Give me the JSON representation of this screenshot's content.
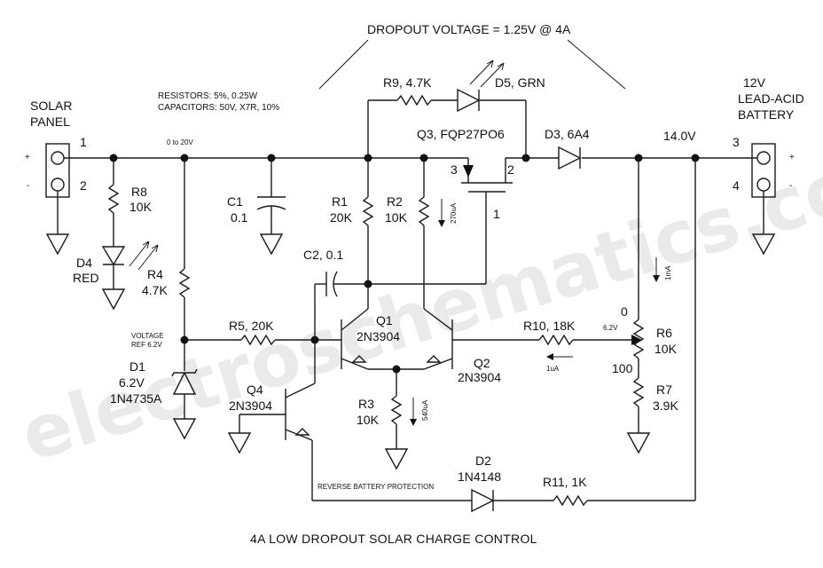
{
  "header": {
    "dropout": "DROPOUT VOLTAGE = 1.25V @ 4A",
    "notes_resistors": "RESISTORS:   5%, 0.25W",
    "notes_capacitors": "CAPACITORS:  50V, X7R, 10%"
  },
  "terminals": {
    "solar_line1": "SOLAR",
    "solar_line2": "PANEL",
    "battery_line1": "12V",
    "battery_line2": "LEAD-ACID",
    "battery_line3": "BATTERY",
    "pin1": "1",
    "pin2": "2",
    "pin3": "3",
    "pin4": "4",
    "plus": "+",
    "minus": "-"
  },
  "nodes": {
    "input_range": "0 to 20V",
    "output_voltage": "14.0V",
    "vref_line1": "VOLTAGE",
    "vref_line2": "REF 6.2V",
    "reverse_protection": "REVERSE BATTERY PROTECTION"
  },
  "components": {
    "r1_name": "R1",
    "r1_value": "20K",
    "r2_name": "R2",
    "r2_value": "10K",
    "r2_current": "270uA",
    "r3_name": "R3",
    "r3_value": "10K",
    "r3_current": "540uA",
    "r4_name": "R4",
    "r4_value": "4.7K",
    "r5_label": "R5, 20K",
    "r6_name": "R6",
    "r6_value": "10K",
    "r6_top": "0",
    "r6_bottom": "100",
    "r6_wiper": "6.2V",
    "r7_name": "R7",
    "r7_value": "3.9K",
    "r8_name": "R8",
    "r8_value": "10K",
    "r9_label": "R9, 4.7K",
    "r10_label": "R10, 18K",
    "r10_current": "1uA",
    "r11_label": "R11, 1K",
    "c1_name": "C1",
    "c1_value": "0.1",
    "c2_label": "C2, 0.1",
    "d1_name": "D1",
    "d1_value": "6.2V",
    "d1_part": "1N4735A",
    "d2_name": "D2",
    "d2_part": "1N4148",
    "d3_label": "D3, 6A4",
    "d4_name": "D4",
    "d4_color": "RED",
    "d5_label": "D5, GRN",
    "q1_name": "Q1",
    "q1_part": "2N3904",
    "q2_name": "Q2",
    "q2_part": "2N3904",
    "q3_label": "Q3, FQP27PO6",
    "q3_pin1": "1",
    "q3_pin2": "2",
    "q3_pin3": "3",
    "q4_name": "Q4",
    "q4_part": "2N3904",
    "divider_current": "1mA"
  },
  "footer": {
    "title": "4A LOW DROPOUT SOLAR CHARGE CONTROL"
  },
  "watermark": "electroschematics.com"
}
